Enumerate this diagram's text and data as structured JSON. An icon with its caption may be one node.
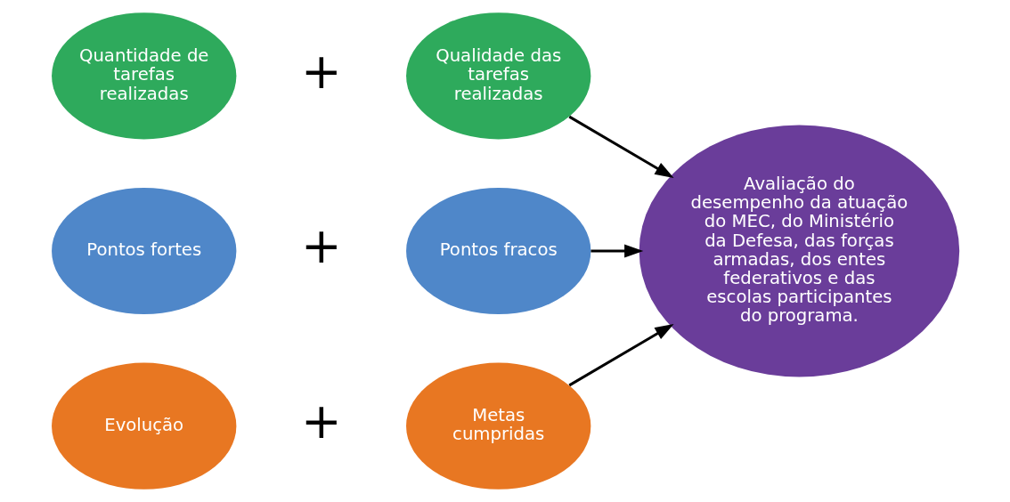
{
  "diagram": {
    "nodes": [
      {
        "text": [
          "Quantidade de tarefas realizadas"
        ]
      },
      {
        "text": [
          "Qualidade das tarefas realizadas"
        ]
      },
      {
        "text": [
          "Pontos fortes"
        ]
      },
      {
        "text": [
          "Pontos fracos"
        ]
      },
      {
        "text": [
          "Evolução"
        ]
      },
      {
        "text": [
          "Metas cumpridas"
        ]
      },
      {
        "text": [
          "Avaliação do desempenho da atuação do MEC, do Ministério da Defesa, das forças armadas, dos entes federativos e das escolas participantes do programa."
        ]
      }
    ],
    "edges": [
      {
        "from": 1,
        "to": 6,
        "arrow": "to"
      },
      {
        "from": 3,
        "to": 6,
        "arrow": "to"
      },
      {
        "from": 5,
        "to": 6,
        "arrow": "to"
      }
    ],
    "labels": [
      "+",
      "+",
      "+"
    ]
  }
}
